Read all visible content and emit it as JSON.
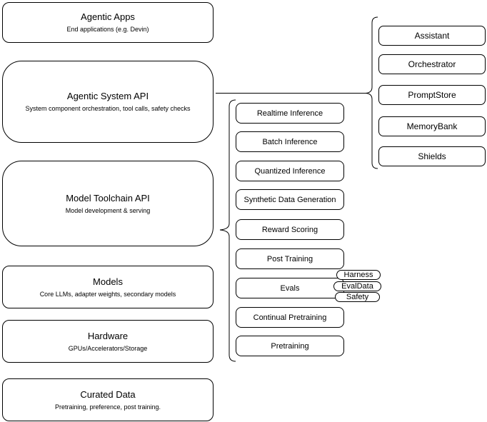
{
  "diagram": {
    "left_nodes": [
      {
        "title": "Agentic Apps",
        "subtitle": "End applications (e.g. Devin)"
      },
      {
        "title": "Agentic System API",
        "subtitle": "System component orchestration, tool calls, safety checks"
      },
      {
        "title": "Model Toolchain API",
        "subtitle": "Model development & serving"
      },
      {
        "title": "Models",
        "subtitle": "Core LLMs, adapter weights, secondary models"
      },
      {
        "title": "Hardware",
        "subtitle": "GPUs/Accelerators/Storage"
      },
      {
        "title": "Curated Data",
        "subtitle": "Pretraining, preference, post training."
      }
    ],
    "toolchain_nodes": [
      "Realtime Inference",
      "Batch Inference",
      "Quantized Inference",
      "Synthetic Data Generation",
      "Reward Scoring",
      "Post Training",
      "Evals",
      "Continual Pretraining",
      "Pretraining"
    ],
    "system_nodes": [
      "Assistant",
      "Orchestrator",
      "PromptStore",
      "MemoryBank",
      "Shields"
    ],
    "eval_pills": [
      "Harness",
      "EvalData",
      "Safety"
    ],
    "colors": {
      "stroke": "#000000",
      "fill": "#ffffff",
      "text": "#000000"
    }
  }
}
